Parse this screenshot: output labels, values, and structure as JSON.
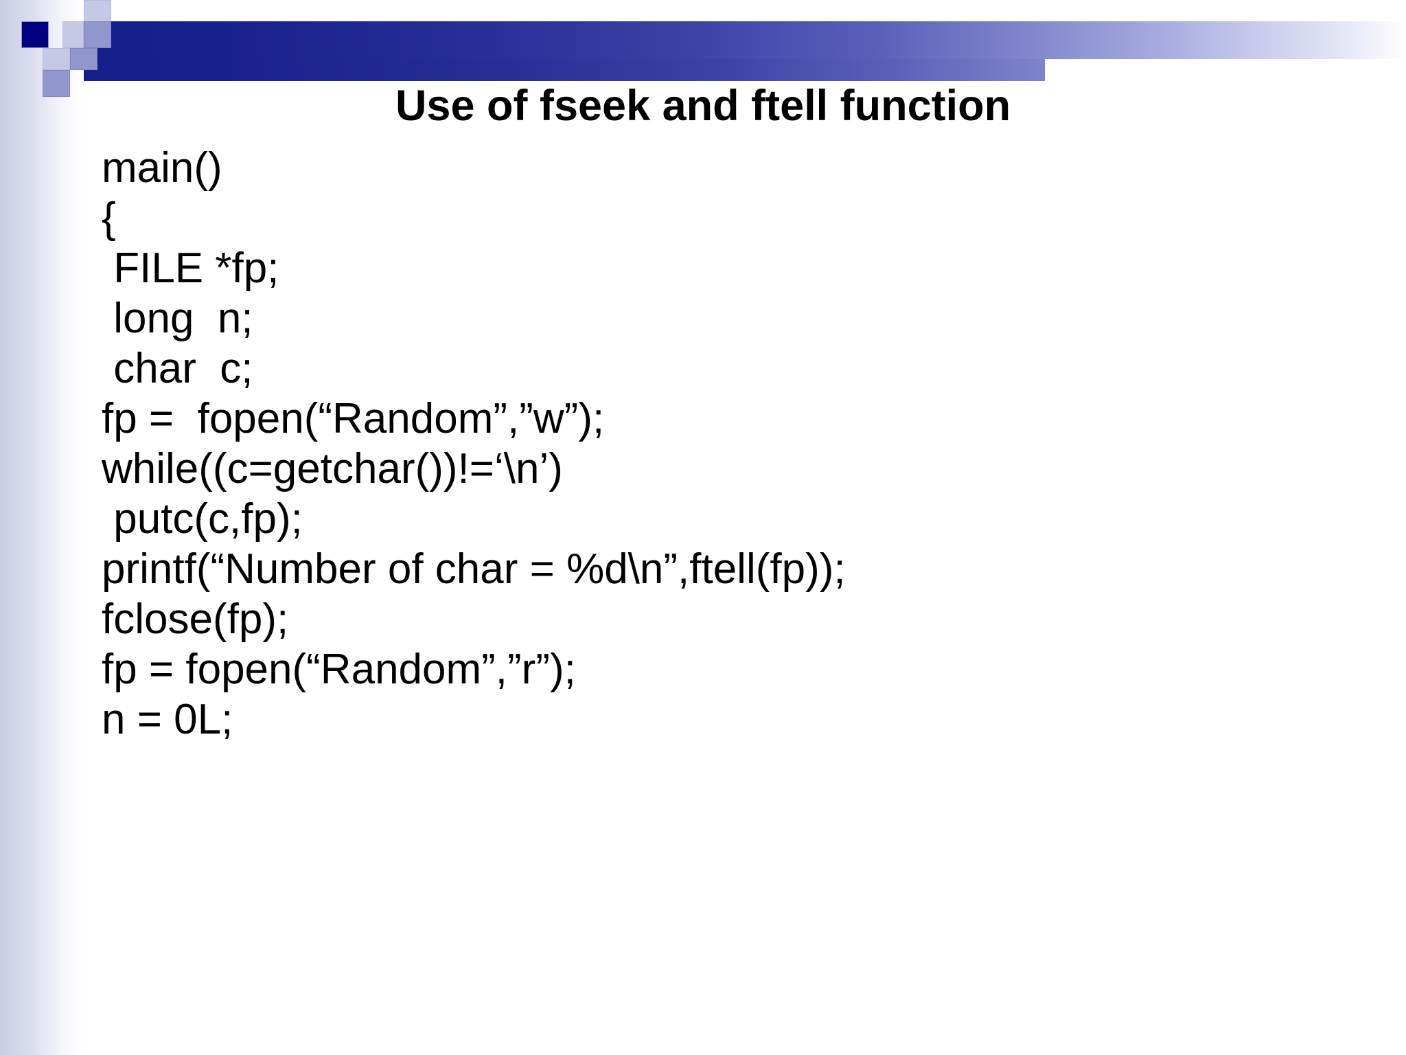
{
  "slide": {
    "title": "Use of fseek and ftell function",
    "decor": {
      "bar_color_start": "#141f8c",
      "bar_color_end": "#ffffff",
      "square_navy": "#000080",
      "square_light": "#c6c9e6",
      "square_medium": "#9196cc"
    },
    "code_lines": [
      {
        "text": "main()",
        "indent": 0
      },
      {
        "text": "{",
        "indent": 0
      },
      {
        "text": " FILE *fp;",
        "indent": 0
      },
      {
        "text": " long  n;",
        "indent": 0
      },
      {
        "text": " char  c;",
        "indent": 0
      },
      {
        "text": "fp =  fopen(“Random”,”w”);",
        "indent": 0
      },
      {
        "text": "while((c=getchar())!=‘\\n’)",
        "indent": 0
      },
      {
        "text": " putc(c,fp);",
        "indent": 0
      },
      {
        "text": "printf(“Number of char = %d\\n”,ftell(fp));",
        "indent": 0
      },
      {
        "text": "fclose(fp);",
        "indent": 0
      },
      {
        "text": "fp = fopen(“Random”,”r”);",
        "indent": 0
      },
      {
        "text": "n = 0L;",
        "indent": 0
      }
    ]
  }
}
